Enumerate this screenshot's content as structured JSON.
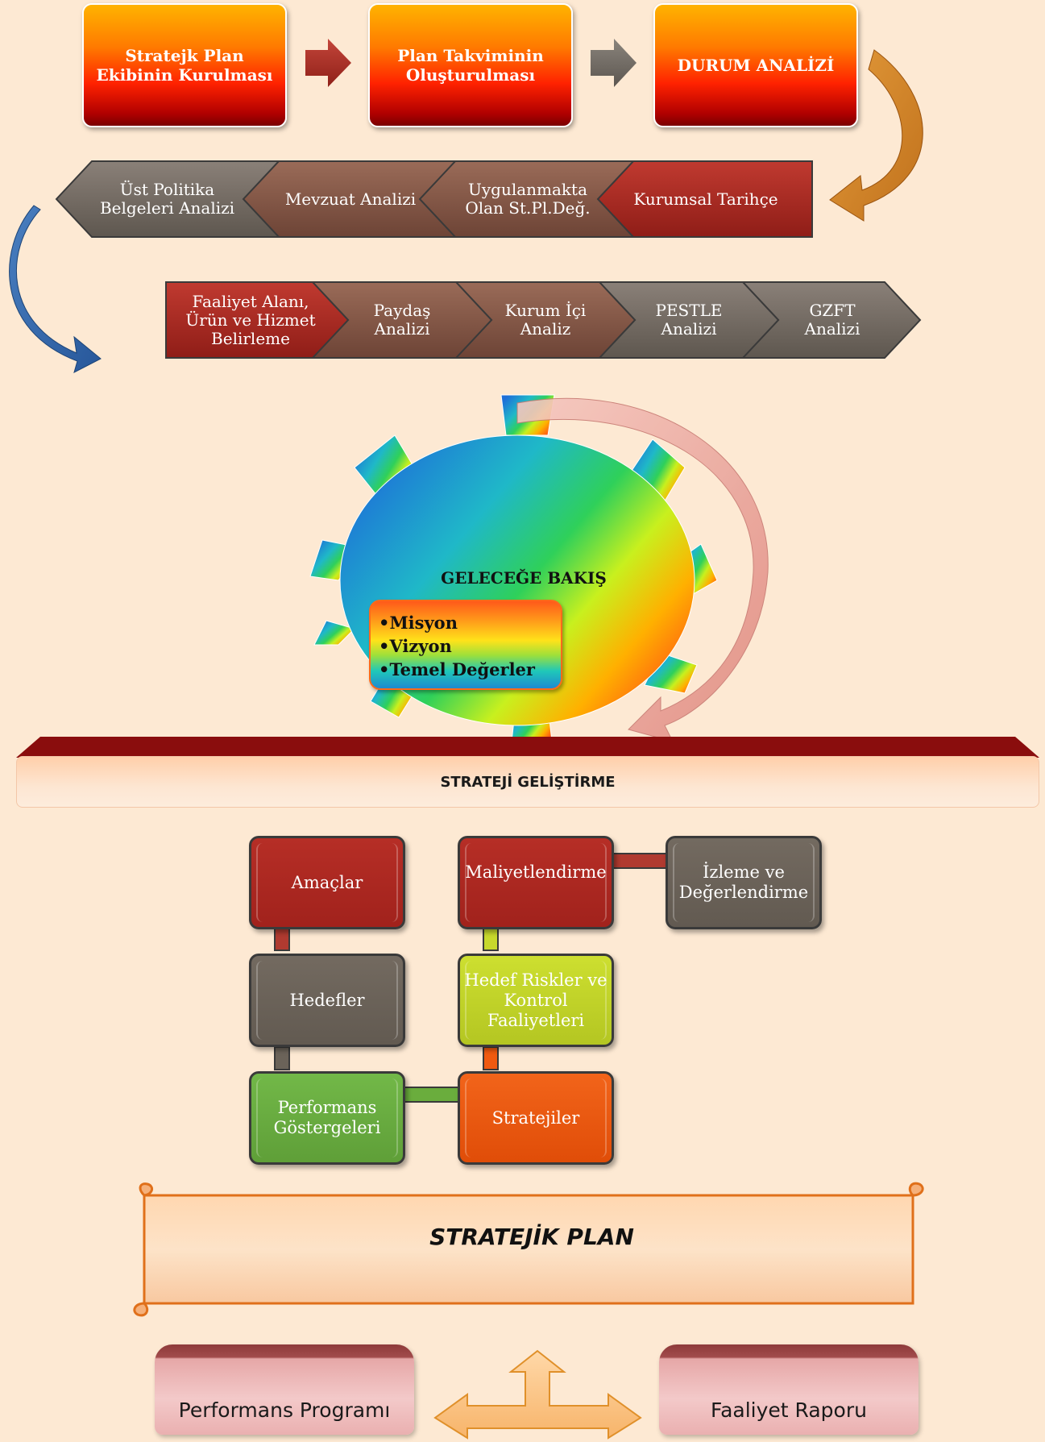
{
  "top_steps": [
    {
      "label": "Stratejk Plan\nEkibinin Kurulması"
    },
    {
      "label": "Plan Takviminin\nOluşturulması"
    },
    {
      "label": "DURUM ANALİZİ"
    }
  ],
  "analysis_row1": [
    {
      "label": "Üst Politika\nBelgeleri Analizi"
    },
    {
      "label": "Mevzuat Analizi"
    },
    {
      "label": "Uygulanmakta\nOlan St.Pl.Değ."
    },
    {
      "label": "Kurumsal Tarihçe"
    }
  ],
  "analysis_row2": [
    {
      "label": "Faaliyet Alanı,\nÜrün ve Hizmet\nBelirleme"
    },
    {
      "label": "Paydaş\nAnalizi"
    },
    {
      "label": "Kurum İçi\nAnaliz"
    },
    {
      "label": "PESTLE\nAnalizi"
    },
    {
      "label": "GZFT\nAnalizi"
    }
  ],
  "gear": {
    "title": "GELECEĞE BAKIŞ",
    "items": [
      "Misyon",
      "Vizyon",
      "Temel Değerler"
    ]
  },
  "strategy_banner": {
    "label": "STRATEJİ GELİŞTİRME"
  },
  "strategy_boxes": {
    "amaclar": "Amaçlar",
    "hedefler": "Hedefler",
    "performans": "Performans\nGöstergeleri",
    "maliyet": "Maliyetlendirme",
    "riskler": "Hedef Riskler ve\nKontrol\nFaaliyetleri",
    "stratejiler": "Stratejiler",
    "izleme": "İzleme ve\nDeğerlendirme"
  },
  "scroll": {
    "label": "STRATEJİK PLAN"
  },
  "outputs": {
    "left": "Performans Programı",
    "right": "Faaliyet Raporu"
  },
  "colors": {
    "background": "#fde9d3",
    "dark_red": "#a5271f",
    "gray": "#6b6359",
    "brown": "#8b5a4a",
    "green": "#6aad3d",
    "lime": "#c7d92c",
    "orange": "#f05a10"
  }
}
